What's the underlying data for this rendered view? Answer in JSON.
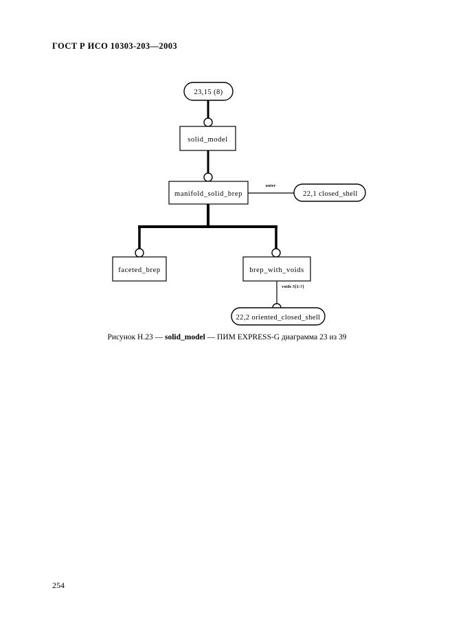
{
  "document": {
    "header": "ГОСТ Р ИСО 10303-203—2003",
    "page_number": "254"
  },
  "figure": {
    "caption_prefix": "Рисунок Н.23 — ",
    "caption_subject": "solid_model",
    "caption_suffix": " — ПИМ EXPRESS-G диаграмма 23 из 39",
    "diagram_type": "EXPRESS-G",
    "nodes": {
      "page_ref_top": "23,15 (8)",
      "solid_model": "solid_model",
      "manifold_solid_brep": "manifold_solid_brep",
      "closed_shell_ref": "22,1 closed_shell",
      "faceted_brep": "faceted_brep",
      "brep_with_voids": "brep_with_voids",
      "oriented_closed_shell_ref": "22,2 oriented_closed_shell"
    },
    "edge_labels": {
      "outer": "outer",
      "voids": "voids S[1:?]"
    },
    "colors": {
      "line": "#000000",
      "fill": "#ffffff"
    }
  }
}
